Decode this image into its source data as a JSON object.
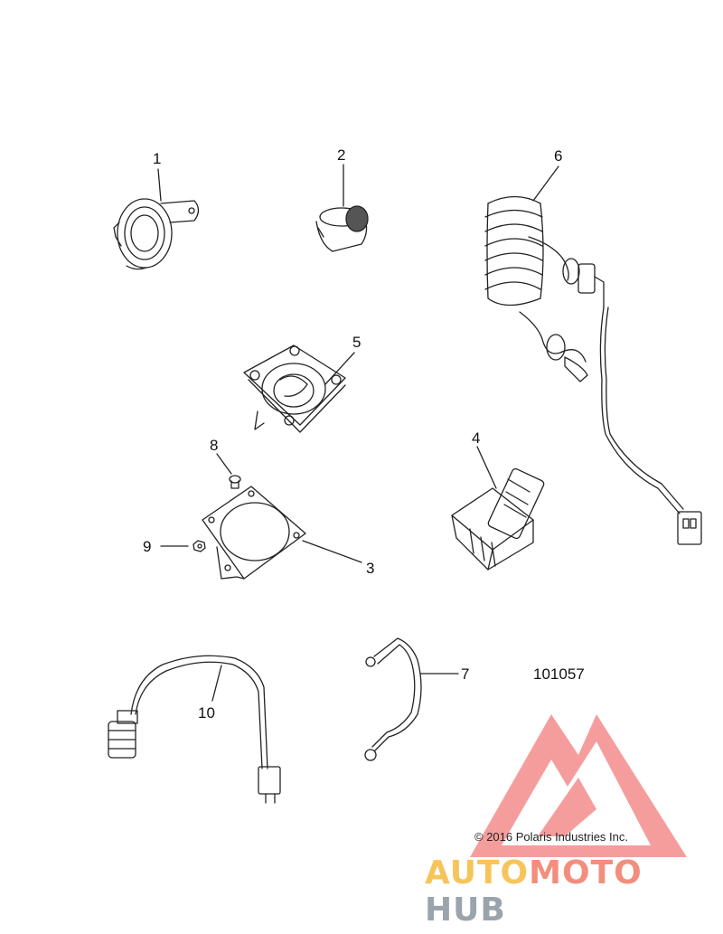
{
  "callouts": {
    "c1": "1",
    "c2": "2",
    "c3": "3",
    "c4": "4",
    "c5": "5",
    "c6": "6",
    "c7": "7",
    "c8": "8",
    "c9": "9",
    "c10": "10"
  },
  "part_number": "101057",
  "copyright": "© 2016 Polaris Industries Inc.",
  "watermark": {
    "part1": "AUTO",
    "part2": "MOTO",
    "part3": "HUB",
    "colors": {
      "part1": "#f6c55a",
      "part2": "#f28e7e",
      "part3": "#9aa4ad",
      "logo": "#f48d8d"
    }
  }
}
